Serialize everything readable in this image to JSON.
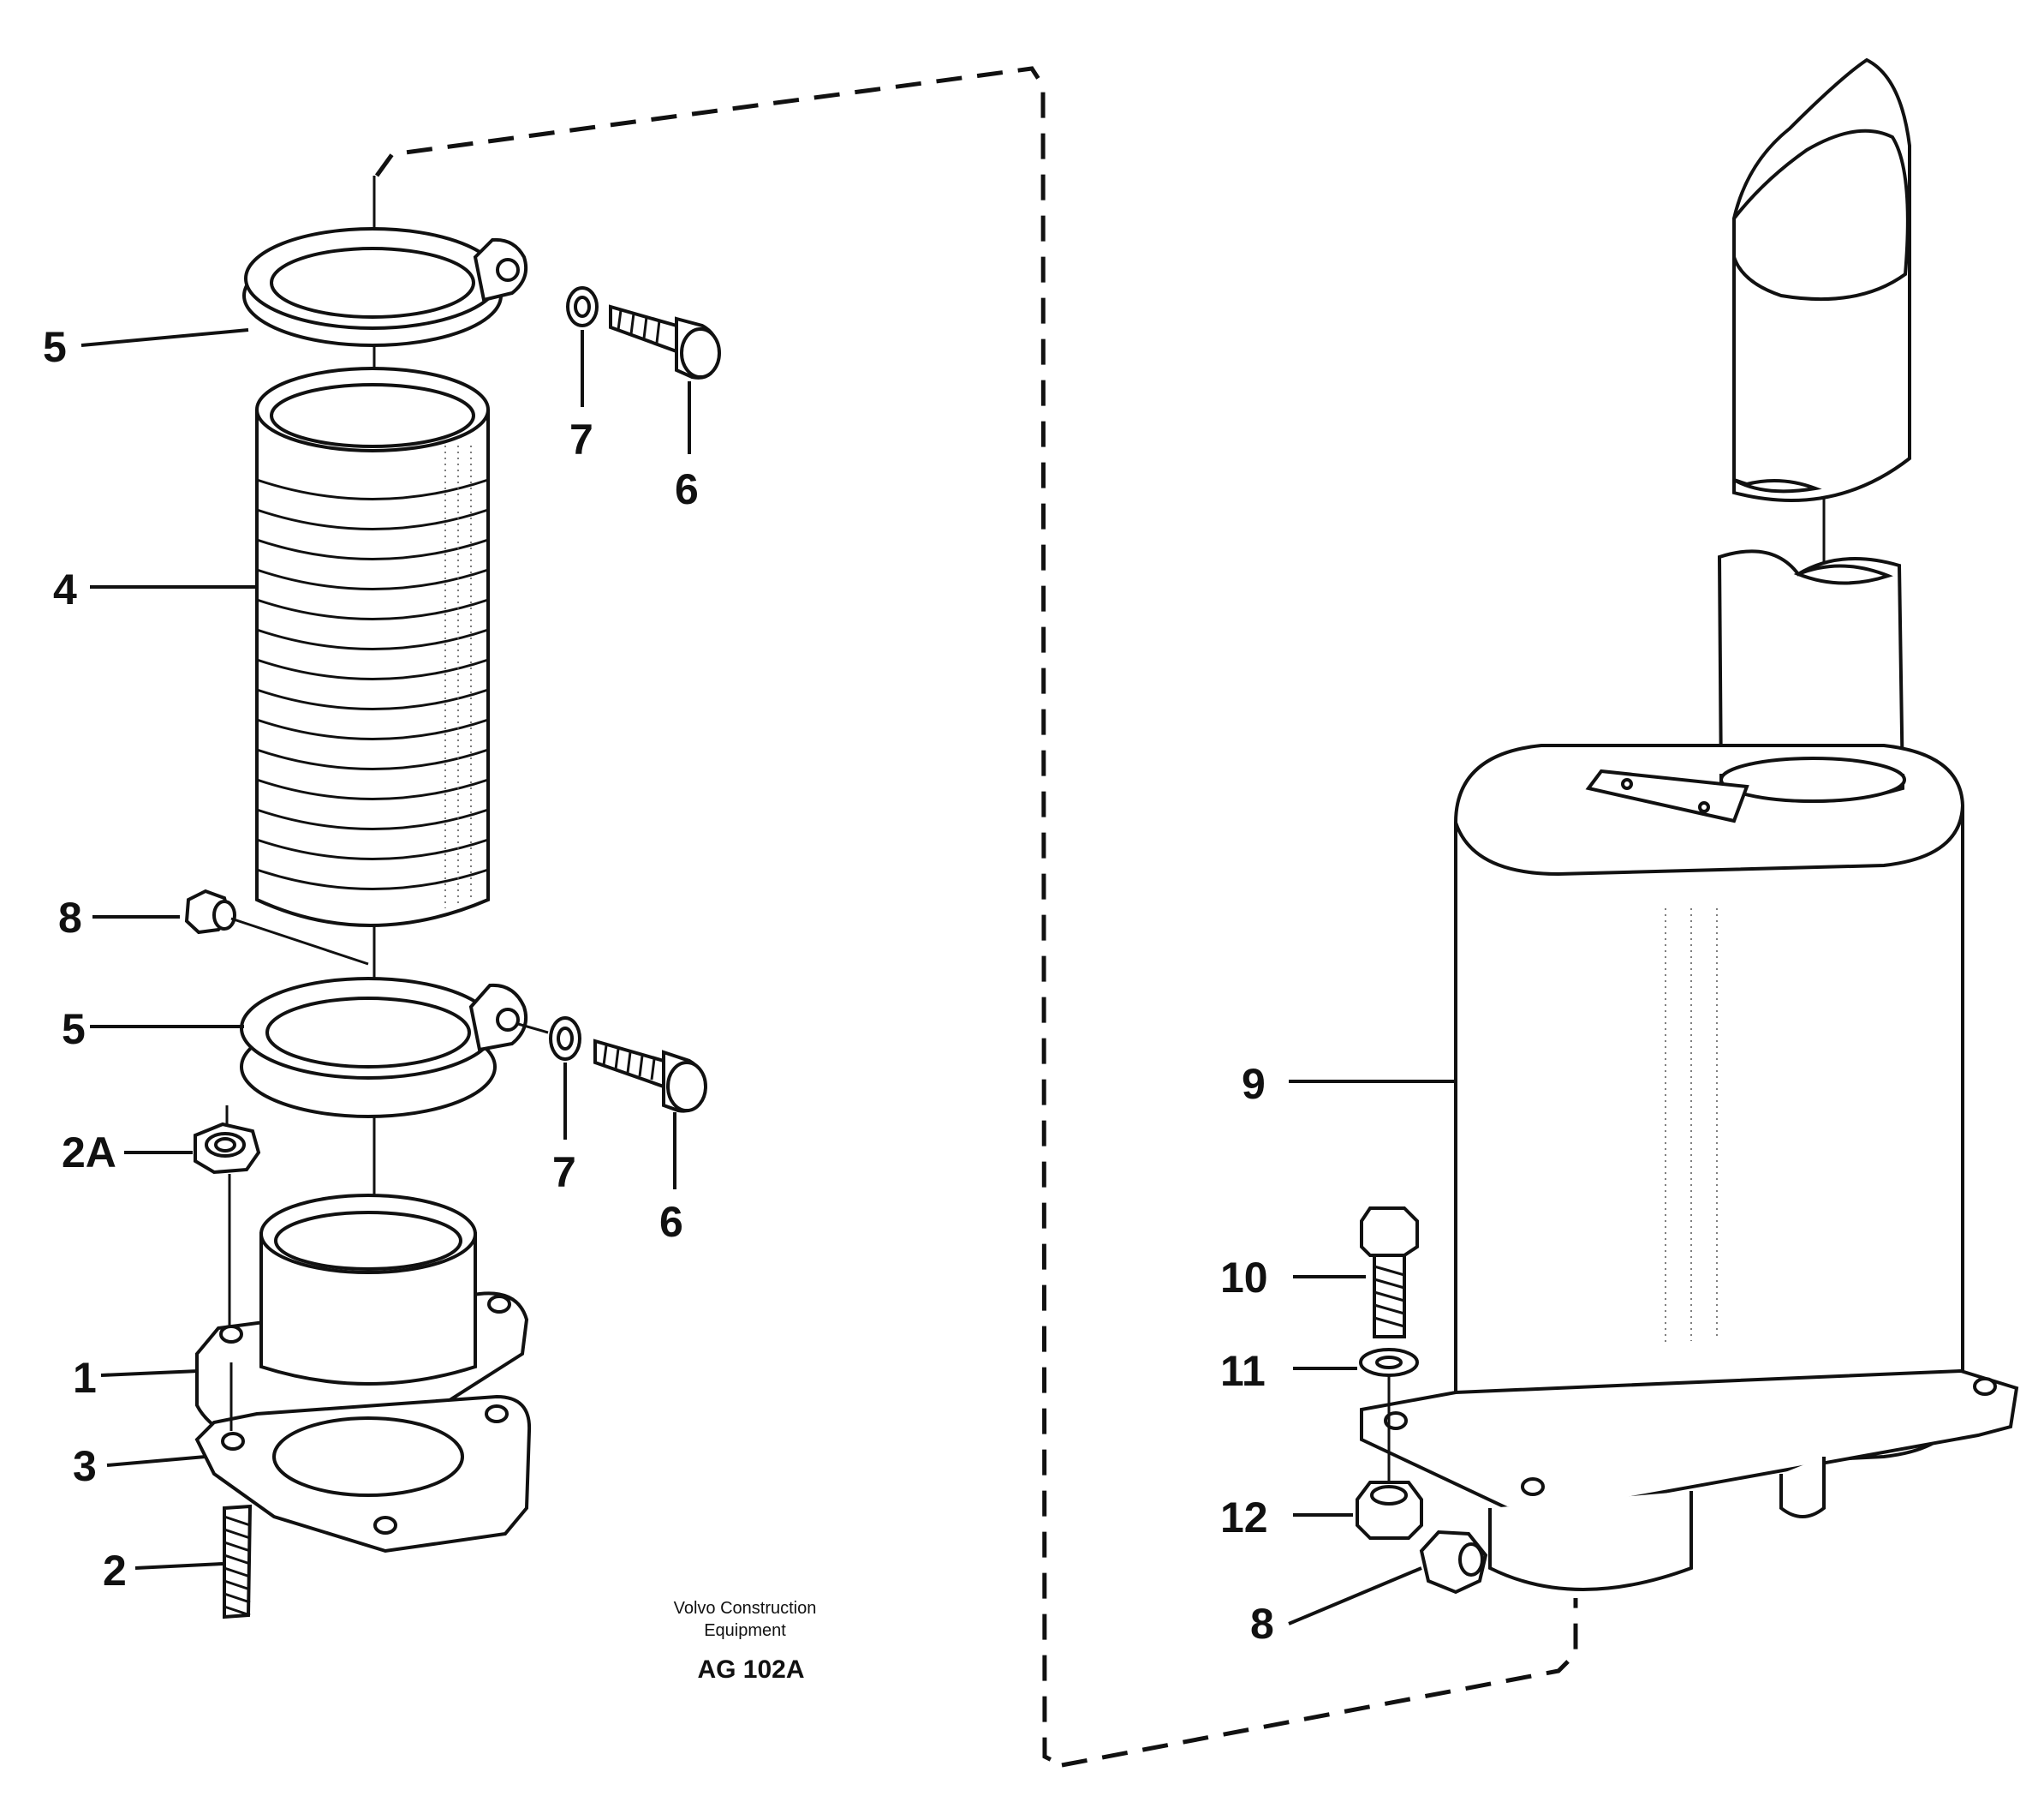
{
  "drawing": {
    "callouts": [
      {
        "id": "c-5-top",
        "text": "5"
      },
      {
        "id": "c-7-top",
        "text": "7"
      },
      {
        "id": "c-6-top",
        "text": "6"
      },
      {
        "id": "c-4",
        "text": "4"
      },
      {
        "id": "c-8-left",
        "text": "8"
      },
      {
        "id": "c-5-bottom",
        "text": "5"
      },
      {
        "id": "c-2a",
        "text": "2A"
      },
      {
        "id": "c-7-bottom",
        "text": "7"
      },
      {
        "id": "c-6-bottom",
        "text": "6"
      },
      {
        "id": "c-1",
        "text": "1"
      },
      {
        "id": "c-3",
        "text": "3"
      },
      {
        "id": "c-2",
        "text": "2"
      },
      {
        "id": "c-9",
        "text": "9"
      },
      {
        "id": "c-10",
        "text": "10"
      },
      {
        "id": "c-11",
        "text": "11"
      },
      {
        "id": "c-12",
        "text": "12"
      },
      {
        "id": "c-8-right",
        "text": "8"
      }
    ],
    "caption": {
      "line1": "Volvo Construction",
      "line2": "Equipment",
      "code": "AG 102A"
    }
  }
}
